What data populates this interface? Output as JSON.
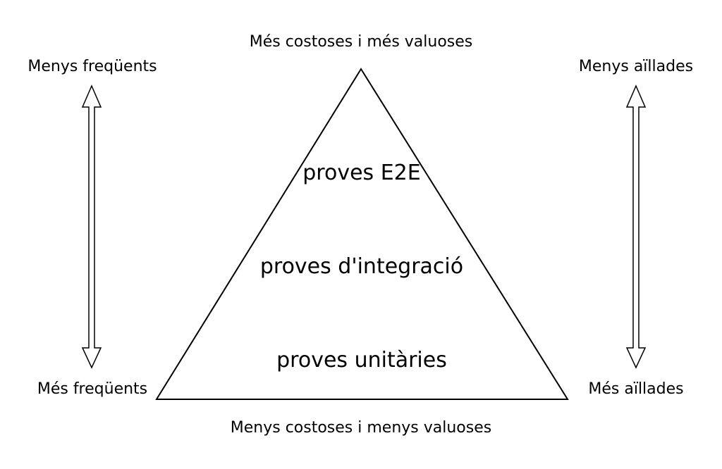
{
  "diagram": {
    "top_label": "Més costoses i més valuoses",
    "bottom_label": "Menys costoses i menys valuoses",
    "left_top": "Menys freqüents",
    "left_bottom": "Més freqüents",
    "right_top": "Menys aïllades",
    "right_bottom": "Més aïllades",
    "layers": {
      "top": "proves E2E",
      "middle": "proves d'integració",
      "bottom": "proves unitàries"
    }
  },
  "colors": {
    "line": "#000000",
    "background": "#ffffff"
  }
}
